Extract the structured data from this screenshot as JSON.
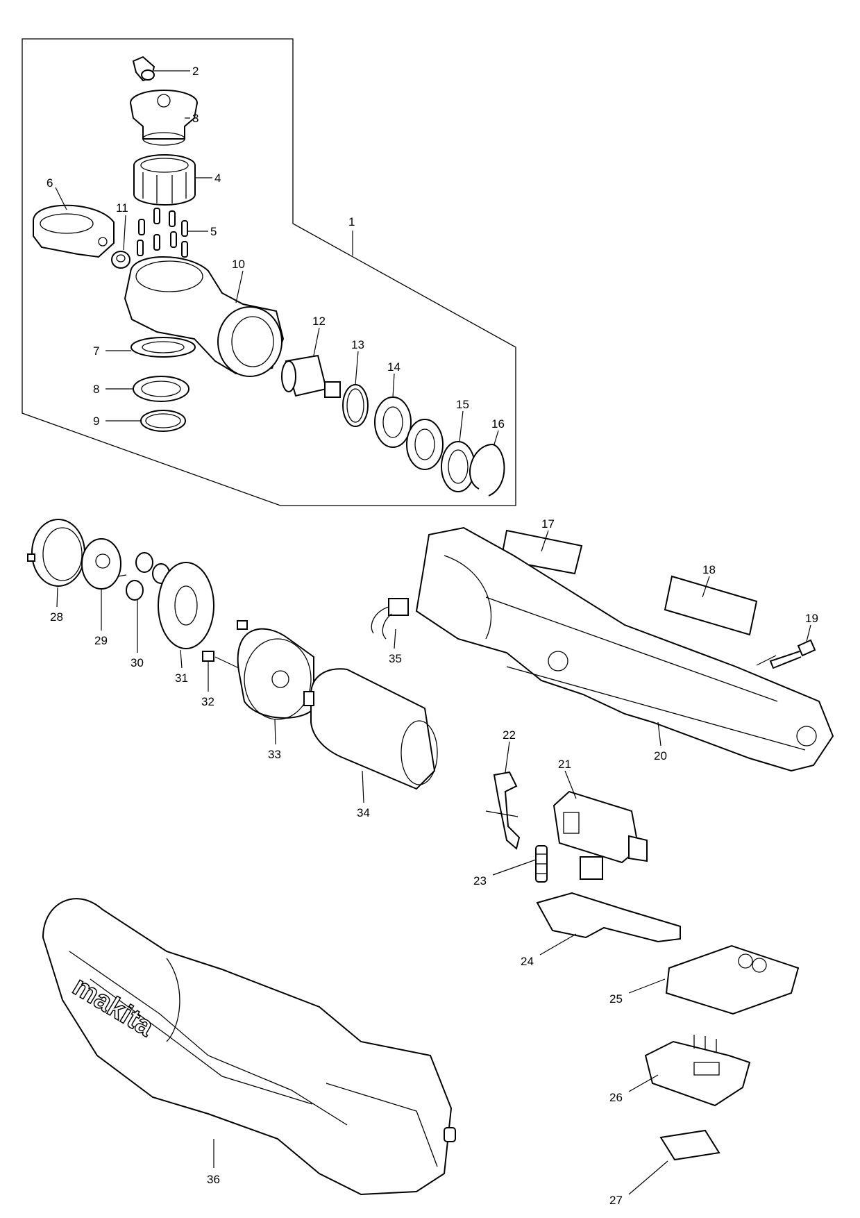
{
  "brand_text": "makita",
  "parts": [
    {
      "id": "1"
    },
    {
      "id": "2"
    },
    {
      "id": "3"
    },
    {
      "id": "4"
    },
    {
      "id": "5"
    },
    {
      "id": "6"
    },
    {
      "id": "7"
    },
    {
      "id": "8"
    },
    {
      "id": "9"
    },
    {
      "id": "10"
    },
    {
      "id": "11"
    },
    {
      "id": "12"
    },
    {
      "id": "13"
    },
    {
      "id": "14"
    },
    {
      "id": "15"
    },
    {
      "id": "16"
    },
    {
      "id": "17"
    },
    {
      "id": "18"
    },
    {
      "id": "19"
    },
    {
      "id": "20"
    },
    {
      "id": "21"
    },
    {
      "id": "22"
    },
    {
      "id": "23"
    },
    {
      "id": "24"
    },
    {
      "id": "25"
    },
    {
      "id": "26"
    },
    {
      "id": "27"
    },
    {
      "id": "28"
    },
    {
      "id": "29"
    },
    {
      "id": "30"
    },
    {
      "id": "31"
    },
    {
      "id": "32"
    },
    {
      "id": "33"
    },
    {
      "id": "34"
    },
    {
      "id": "35"
    },
    {
      "id": "36"
    }
  ]
}
